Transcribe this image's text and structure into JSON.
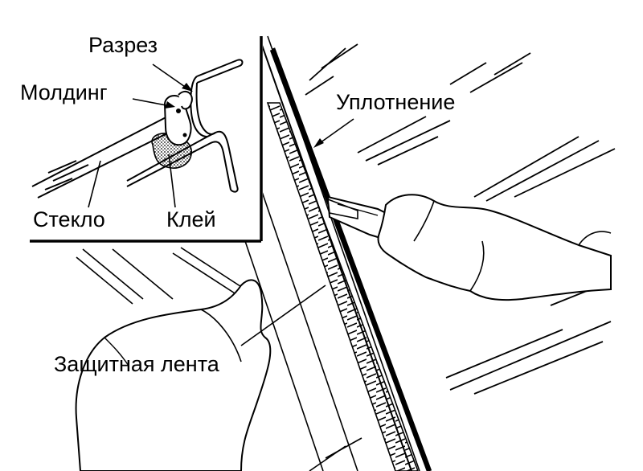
{
  "labels": {
    "razrez": "Разрез",
    "molding": "Молдинг",
    "uplotnenie": "Уплотнение",
    "steklo": "Стекло",
    "klei": "Клей",
    "lenta": "Защитная лента"
  },
  "colors": {
    "ink": "#000000",
    "paper": "#ffffff"
  }
}
